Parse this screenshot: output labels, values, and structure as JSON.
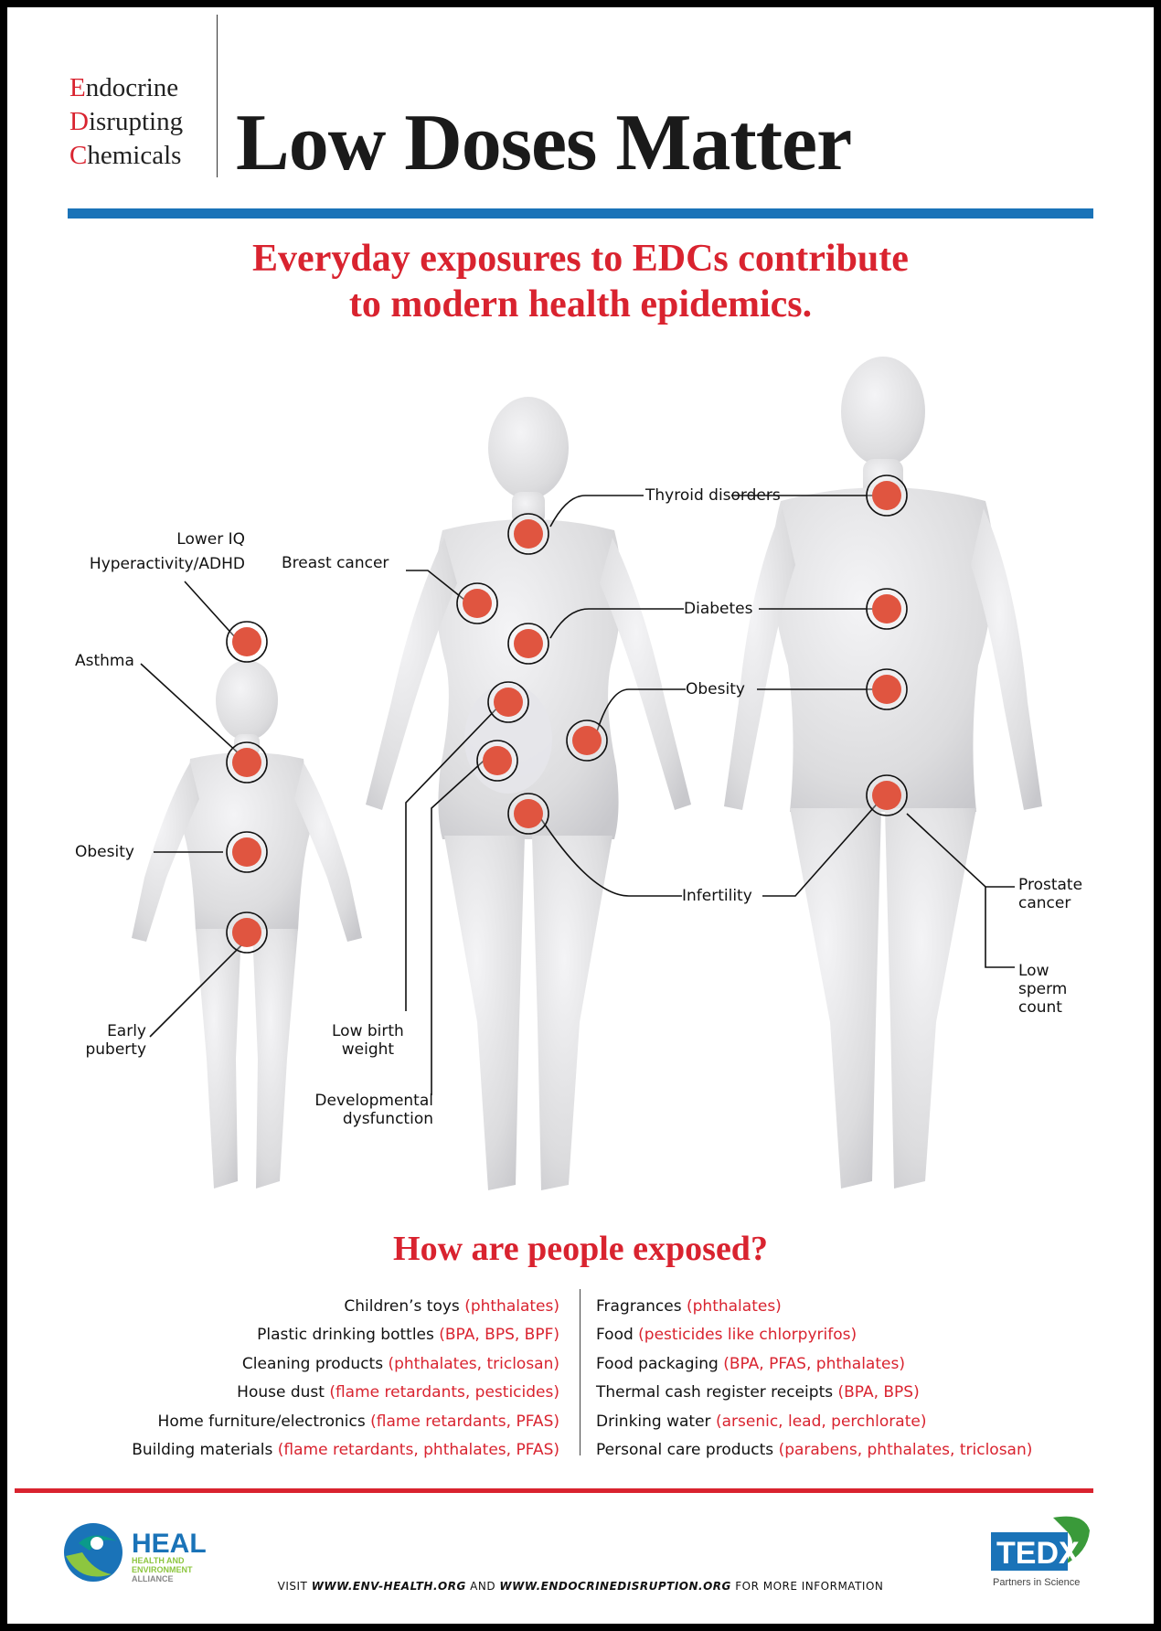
{
  "header": {
    "logo_lines": [
      {
        "initial": "E",
        "rest": "ndocrine"
      },
      {
        "initial": "D",
        "rest": "isrupting"
      },
      {
        "initial": "C",
        "rest": "hemicals"
      }
    ],
    "title": "Low Doses Matter"
  },
  "subtitle": [
    "Everyday exposures to EDCs contribute",
    "to modern health epidemics."
  ],
  "labels": {
    "lower_iq": "Lower IQ",
    "adhd": "Hyperactivity/ADHD",
    "asthma": "Asthma",
    "obesity_child": "Obesity",
    "early_puberty": [
      "Early",
      "puberty"
    ],
    "breast_cancer": "Breast cancer",
    "low_birth_weight": [
      "Low birth",
      "weight"
    ],
    "developmental": [
      "Developmental",
      "dysfunction"
    ],
    "thyroid": "Thyroid disorders",
    "diabetes": "Diabetes",
    "obesity": "Obesity",
    "infertility": "Infertility",
    "prostate": [
      "Prostate",
      "cancer"
    ],
    "low_sperm": [
      "Low",
      "sperm",
      "count"
    ]
  },
  "exposure": {
    "title": "How are people exposed?",
    "left": [
      {
        "source": "Children’s toys",
        "chemicals": "(phthalates)"
      },
      {
        "source": "Plastic drinking bottles",
        "chemicals": "(BPA, BPS, BPF)"
      },
      {
        "source": "Cleaning products",
        "chemicals": "(phthalates, triclosan)"
      },
      {
        "source": "House dust",
        "chemicals": "(flame retardants, pesticides)"
      },
      {
        "source": "Home furniture/electronics",
        "chemicals": "(flame retardants, PFAS)"
      },
      {
        "source": "Building materials",
        "chemicals": "(flame retardants, phthalates, PFAS)"
      }
    ],
    "right": [
      {
        "source": "Fragrances",
        "chemicals": "(phthalates)"
      },
      {
        "source": "Food",
        "chemicals": "(pesticides like chlorpyrifos)"
      },
      {
        "source": "Food packaging",
        "chemicals": "(BPA, PFAS, phthalates)"
      },
      {
        "source": "Thermal cash register receipts",
        "chemicals": "(BPA, BPS)"
      },
      {
        "source": "Drinking water",
        "chemicals": "(arsenic, lead, perchlorate)"
      },
      {
        "source": "Personal care products",
        "chemicals": "(parabens, phthalates, triclosan)"
      }
    ]
  },
  "footer": {
    "visit": "VISIT",
    "site1": "WWW.ENV-HEALTH.ORG",
    "and": "AND",
    "site2": "WWW.ENDOCRINEDISRUPTION.ORG",
    "more": "FOR MORE INFORMATION",
    "heal_name": "HEAL",
    "heal_sub": [
      "HEALTH AND",
      "ENVIRONMENT",
      "ALLIANCE"
    ],
    "tedx_name": "TEDX",
    "tedx_tagline": "Partners in Science"
  },
  "colors": {
    "accent_red": "#d9232f",
    "rule_blue": "#1a73b8",
    "marker_red": "#e05540"
  }
}
